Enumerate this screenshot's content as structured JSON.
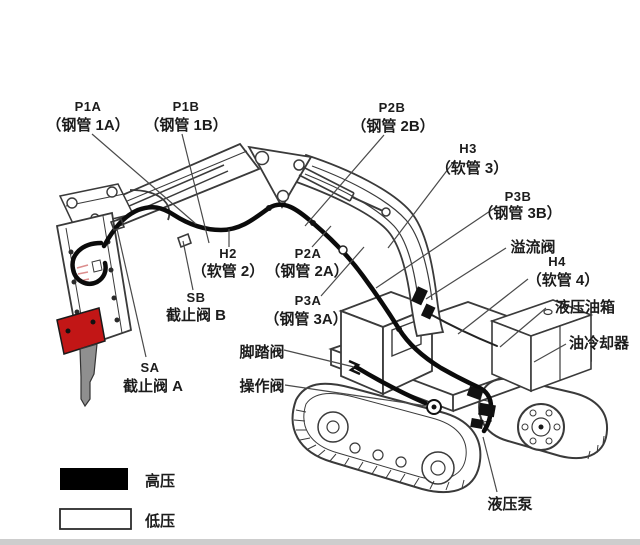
{
  "colors": {
    "red_bracket": "#c21616",
    "chisel_gray": "#8f8f8f",
    "legend_high": "#000000",
    "legend_low": "#ffffff"
  },
  "legend": {
    "high_label": "高压",
    "low_label": "低压"
  },
  "labels": {
    "p1a": {
      "line1": "P1A",
      "line2": "（钢管 1A）"
    },
    "p1b": {
      "line1": "P1B",
      "line2": "（钢管 1B）"
    },
    "p2b": {
      "line1": "P2B",
      "line2": "（钢管 2B）"
    },
    "h3": {
      "line1": "H3",
      "line2": "（软管 3）"
    },
    "p3b": {
      "line1": "P3B",
      "line2": "（钢管 3B）"
    },
    "relief_valve": {
      "line1": "溢流阀"
    },
    "h4": {
      "line1": "H4",
      "line2": "（软管 4）"
    },
    "hydraulic_tank": {
      "line1": "液压油箱"
    },
    "oil_cooler": {
      "line1": "油冷却器"
    },
    "h2": {
      "line1": "H2",
      "line2": "（软管 2）"
    },
    "p2a": {
      "line1": "P2A",
      "line2": "（钢管 2A）"
    },
    "p3a": {
      "line1": "P3A",
      "line2": "（钢管 3A）"
    },
    "sb": {
      "line1": "SB",
      "line2": "截止阀 B"
    },
    "sa": {
      "line1": "SA",
      "line2": "截止阀 A"
    },
    "foot_valve": {
      "line1": "脚踏阀"
    },
    "control_valve": {
      "line1": "操作阀"
    },
    "hydraulic_pump": {
      "line1": "液压泵"
    }
  }
}
